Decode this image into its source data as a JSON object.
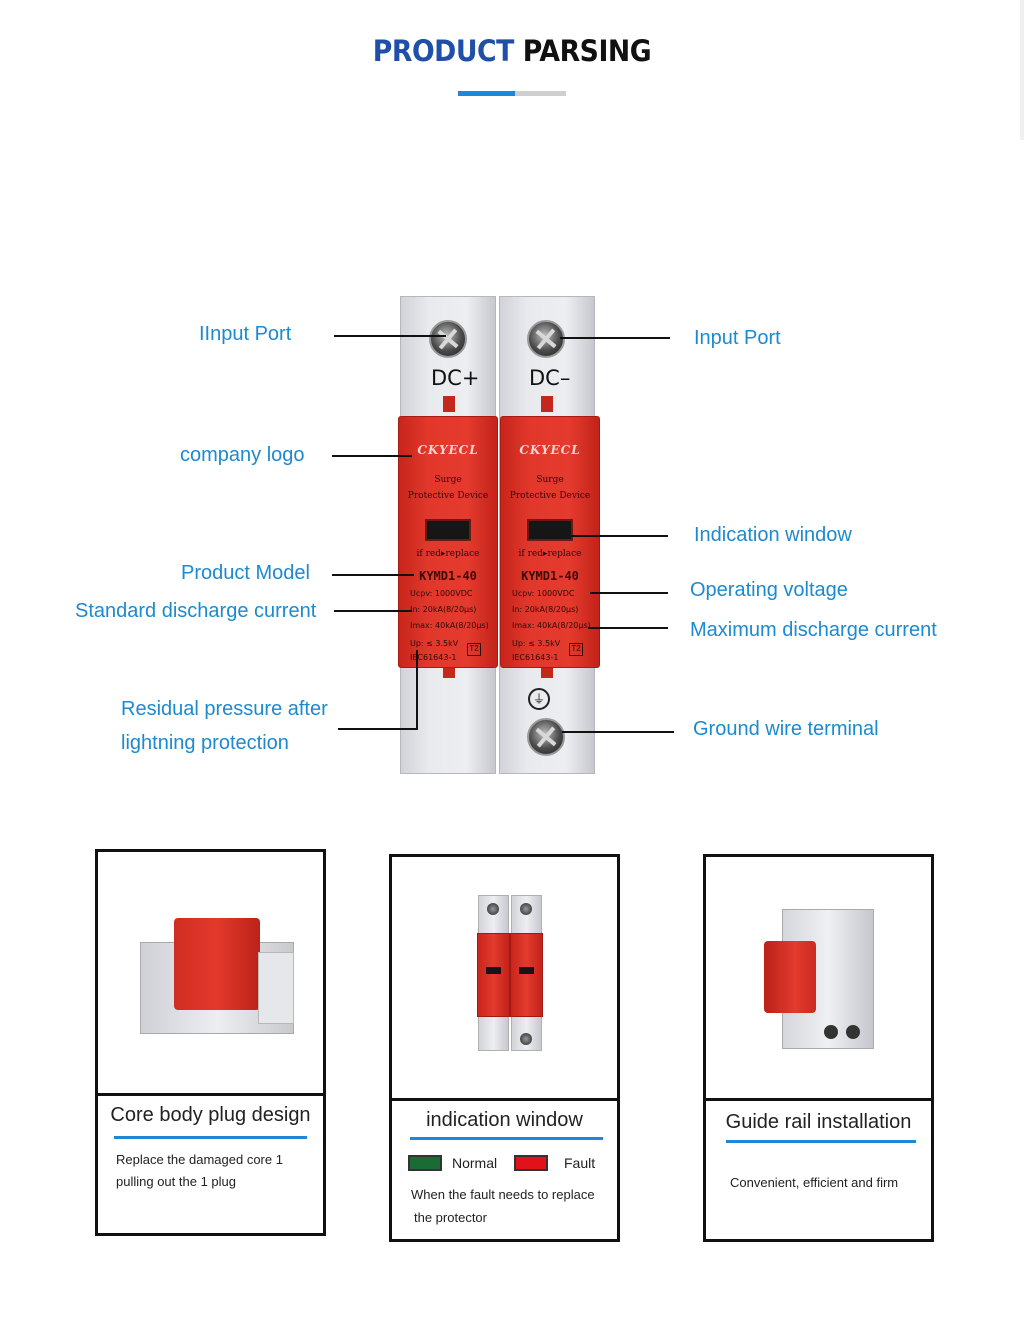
{
  "header": {
    "title_part1": "PRODUCT",
    "title_part2": "PARSING"
  },
  "device": {
    "terminal_left": "DC+",
    "terminal_right": "DC–",
    "brand": "CKYECL",
    "line_surge": "Surge",
    "line_protective": "Protective Device",
    "replace_hint": "if red▸replace",
    "model": "KYMD1-40",
    "spec_ucpv": "Ucpv: 1000VDC",
    "spec_in": "In:   20kA(8/20μs)",
    "spec_imax": "Imax: 40kA(8/20μs)",
    "spec_up": "Up:  ≤ 3.5kV",
    "spec_type": "T2",
    "standard": "IEC61643-1",
    "ground_symbol": "⏚"
  },
  "callouts": {
    "input_port_left": "IInput Port",
    "company_logo": "company logo",
    "product_model": "Product Model",
    "standard_discharge": "Standard discharge current",
    "residual_line1": "Residual pressure after",
    "residual_line2": "lightning protection",
    "input_port_right": "Input Port",
    "indication_window": "Indication window",
    "operating_voltage": "Operating voltage",
    "max_discharge": "Maximum discharge current",
    "ground_terminal": "Ground wire terminal"
  },
  "cards": [
    {
      "title": "Core body plug design",
      "text_line1": "Replace the damaged core 1",
      "text_line2": "pulling out the 1 plug"
    },
    {
      "title": "indication window",
      "legend_normal": "Normal",
      "legend_fault": "Fault",
      "text_line1": "When the fault needs to replace",
      "text_line2": "the protector"
    },
    {
      "title": "Guide rail installation",
      "text_line1": "Convenient, efficient and firm"
    }
  ],
  "colors": {
    "accent_blue": "#1b8ad0",
    "title_blue": "#1f4fa8",
    "device_red": "#e23a2e",
    "normal_green": "#1a6b34",
    "fault_red": "#e2121a"
  }
}
